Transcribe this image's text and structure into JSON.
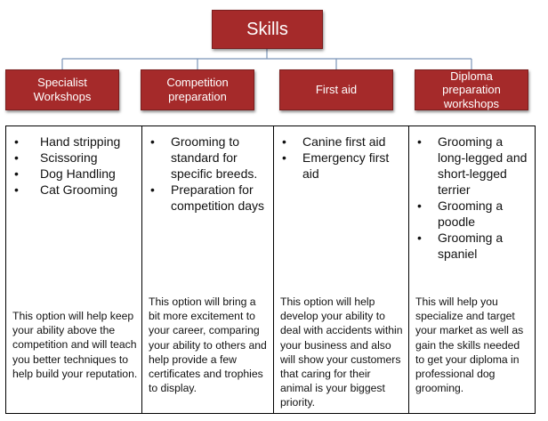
{
  "root": {
    "label": "Skills"
  },
  "categories": [
    {
      "label": "Specialist Workshops",
      "items": [
        "Hand stripping",
        "Scissoring",
        "Dog Handling",
        "Cat Grooming"
      ],
      "description": "This option will help keep your ability above the competition and will teach you better techniques to help build your reputation."
    },
    {
      "label": "Competition preparation",
      "items": [
        "Grooming to standard for specific breeds.",
        "Preparation for competition days"
      ],
      "description": "This option will bring a bit more excitement to your career, comparing your ability to others and help provide a few certificates and trophies to display."
    },
    {
      "label": "First aid",
      "items": [
        "Canine first aid",
        "Emergency first aid"
      ],
      "description": "This option will help develop your ability to deal with accidents within your business and also will show your customers that caring for their animal is your biggest priority."
    },
    {
      "label": "Diploma preparation workshops",
      "items": [
        "Grooming a long-legged and short-legged terrier",
        "Grooming a poodle",
        "Grooming a spaniel"
      ],
      "description": "This will help you specialize and target your market as well as gain the skills needed to get your diploma in professional dog grooming."
    }
  ],
  "colors": {
    "box_fill": "#a52a2a",
    "box_text": "#ffffff",
    "connector": "#7a94b8"
  }
}
